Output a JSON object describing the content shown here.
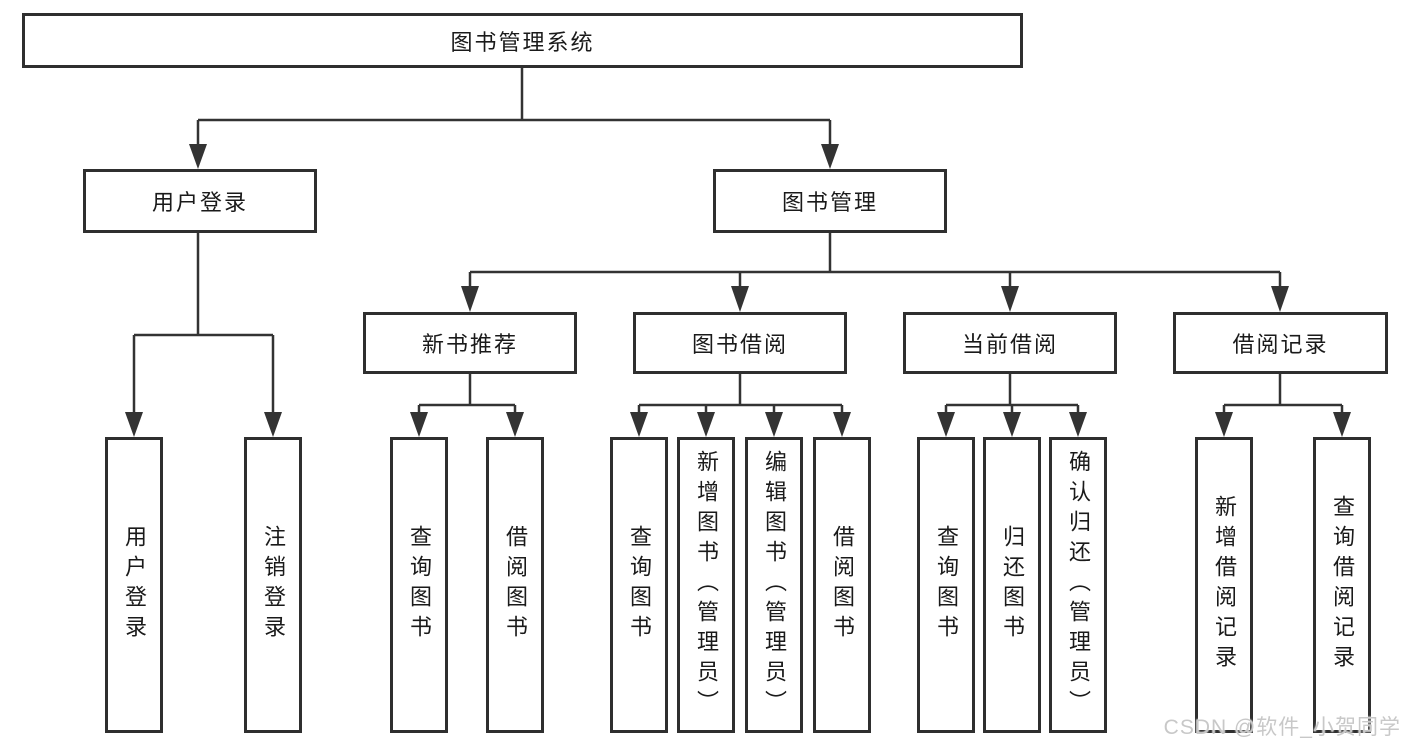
{
  "diagram": {
    "title": "图书管理系统",
    "nodes": {
      "root": "图书管理系统",
      "user_login": "用户登录",
      "book_mgmt": "图书管理",
      "new_book": "新书推荐",
      "book_borrow": "图书借阅",
      "current_borrow": "当前借阅",
      "borrow_record": "借阅记录"
    },
    "leaves": {
      "user_login": [
        "用户登录",
        "注销登录"
      ],
      "new_book": [
        "查询图书",
        "借阅图书"
      ],
      "book_borrow": [
        "查询图书",
        "新增图书（管理员）",
        "编辑图书（管理员）",
        "借阅图书"
      ],
      "current_borrow": [
        "查询图书",
        "归还图书",
        "确认归还（管理员）"
      ],
      "borrow_record": [
        "新增借阅记录",
        "查询借阅记录"
      ]
    },
    "colors": {
      "border": "#2f2f2f",
      "line": "#333333",
      "text": "#1a1a1a",
      "background": "#ffffff",
      "watermark": "#c5c5c5"
    },
    "watermark": "CSDN @软件_小贺同学"
  }
}
